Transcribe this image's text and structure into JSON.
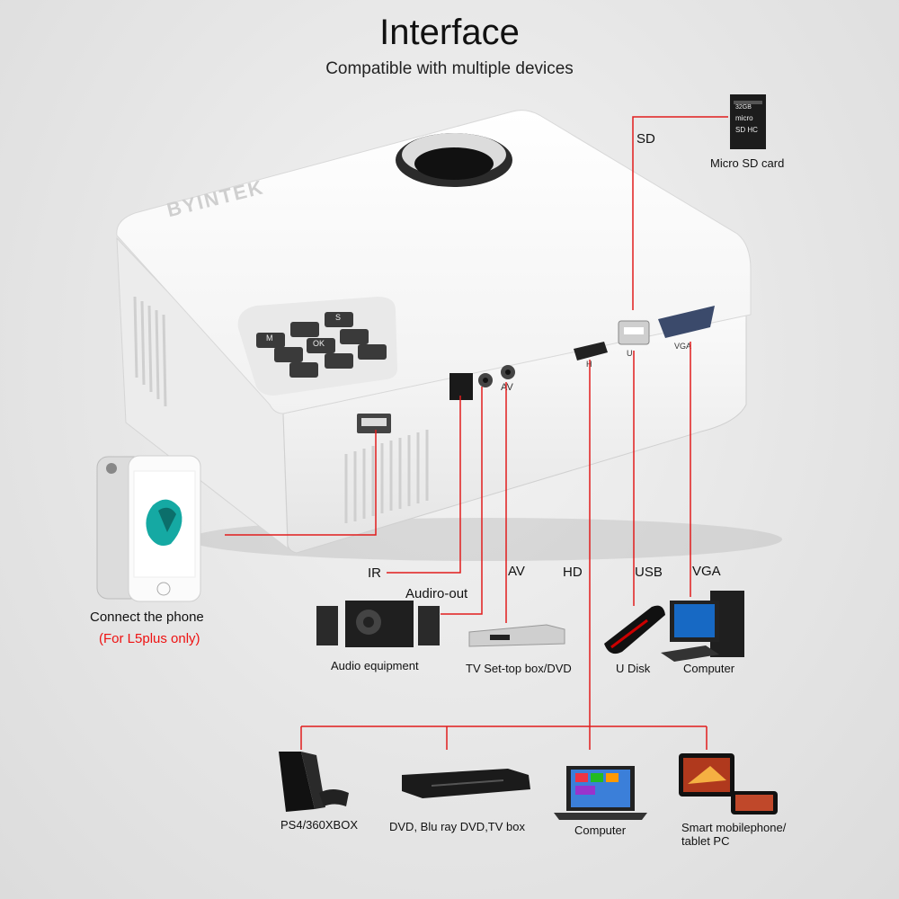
{
  "header": {
    "title": "Interface",
    "subtitle": "Compatible with multiple devices"
  },
  "projector": {
    "brand": "BYINTEK",
    "keys": [
      "M",
      "S",
      "OK"
    ],
    "port_marks": {
      "hdmi": "H",
      "usb": "U",
      "vga": "VGA",
      "av": "AV"
    }
  },
  "sd_card": {
    "print_top": "32GB",
    "print_mid": "micro",
    "print_bottom": "SD HC"
  },
  "ports": {
    "sd": "SD",
    "ir": "IR",
    "audio_out": "Audiro-out",
    "av": "AV",
    "hd": "HD",
    "usb": "USB",
    "vga": "VGA"
  },
  "devices": {
    "micro_sd": "Micro SD card",
    "phone": "Connect the phone",
    "phone_note": "(For L5plus only)",
    "audio": "Audio equipment",
    "tv_box": "TV Set-top box/DVD",
    "u_disk": "U Disk",
    "computer_vga": "Computer",
    "ps4": "PS4/360XBOX",
    "dvd": "DVD, Blu ray DVD,TV box",
    "computer_hd": "Computer",
    "mobile_line1": "Smart mobilephone/",
    "mobile_line2": "tablet PC"
  },
  "colors": {
    "connector": "#e11d1d",
    "note": "#e11d1d",
    "body": "#ffffff",
    "button": "#3a3a3a"
  }
}
